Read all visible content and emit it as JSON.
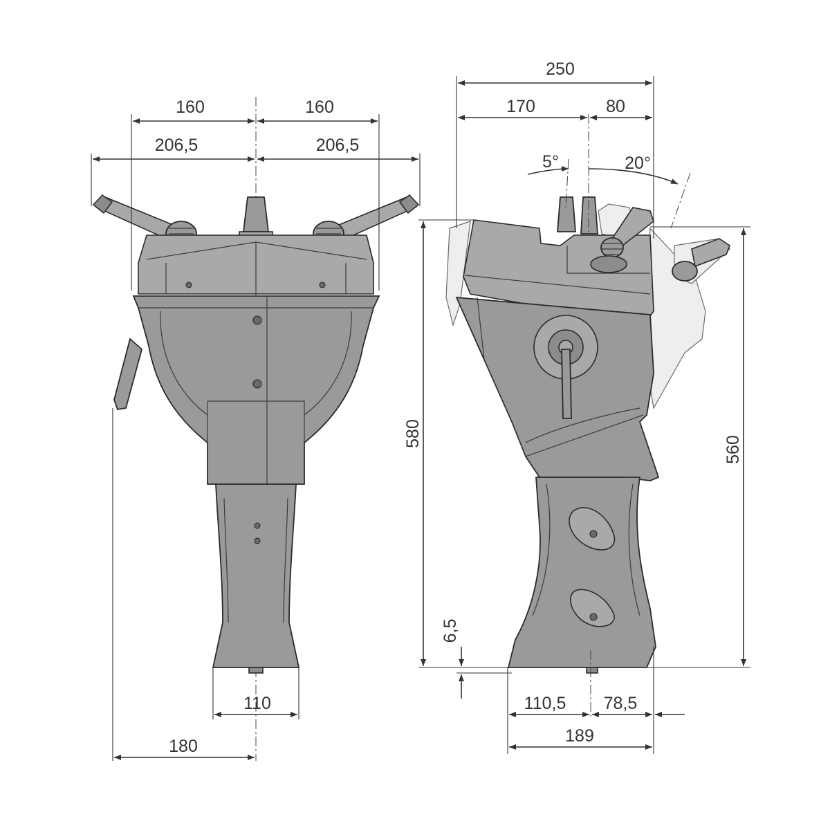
{
  "figure": {
    "front_view": {
      "dimensions": {
        "left_upper": "160",
        "right_upper": "160",
        "left_lower": "206,5",
        "right_lower": "206,5",
        "base_width": "110",
        "side_offset": "180"
      }
    },
    "side_view": {
      "dimensions": {
        "overall_depth": "250",
        "rear_part": "170",
        "front_part": "80",
        "angle_back": "5°",
        "angle_forward": "20°",
        "total_height": "580",
        "body_height": "560",
        "foot_offset": "6,5",
        "base_rear": "110,5",
        "base_front": "78,5",
        "base_total": "189"
      }
    }
  }
}
